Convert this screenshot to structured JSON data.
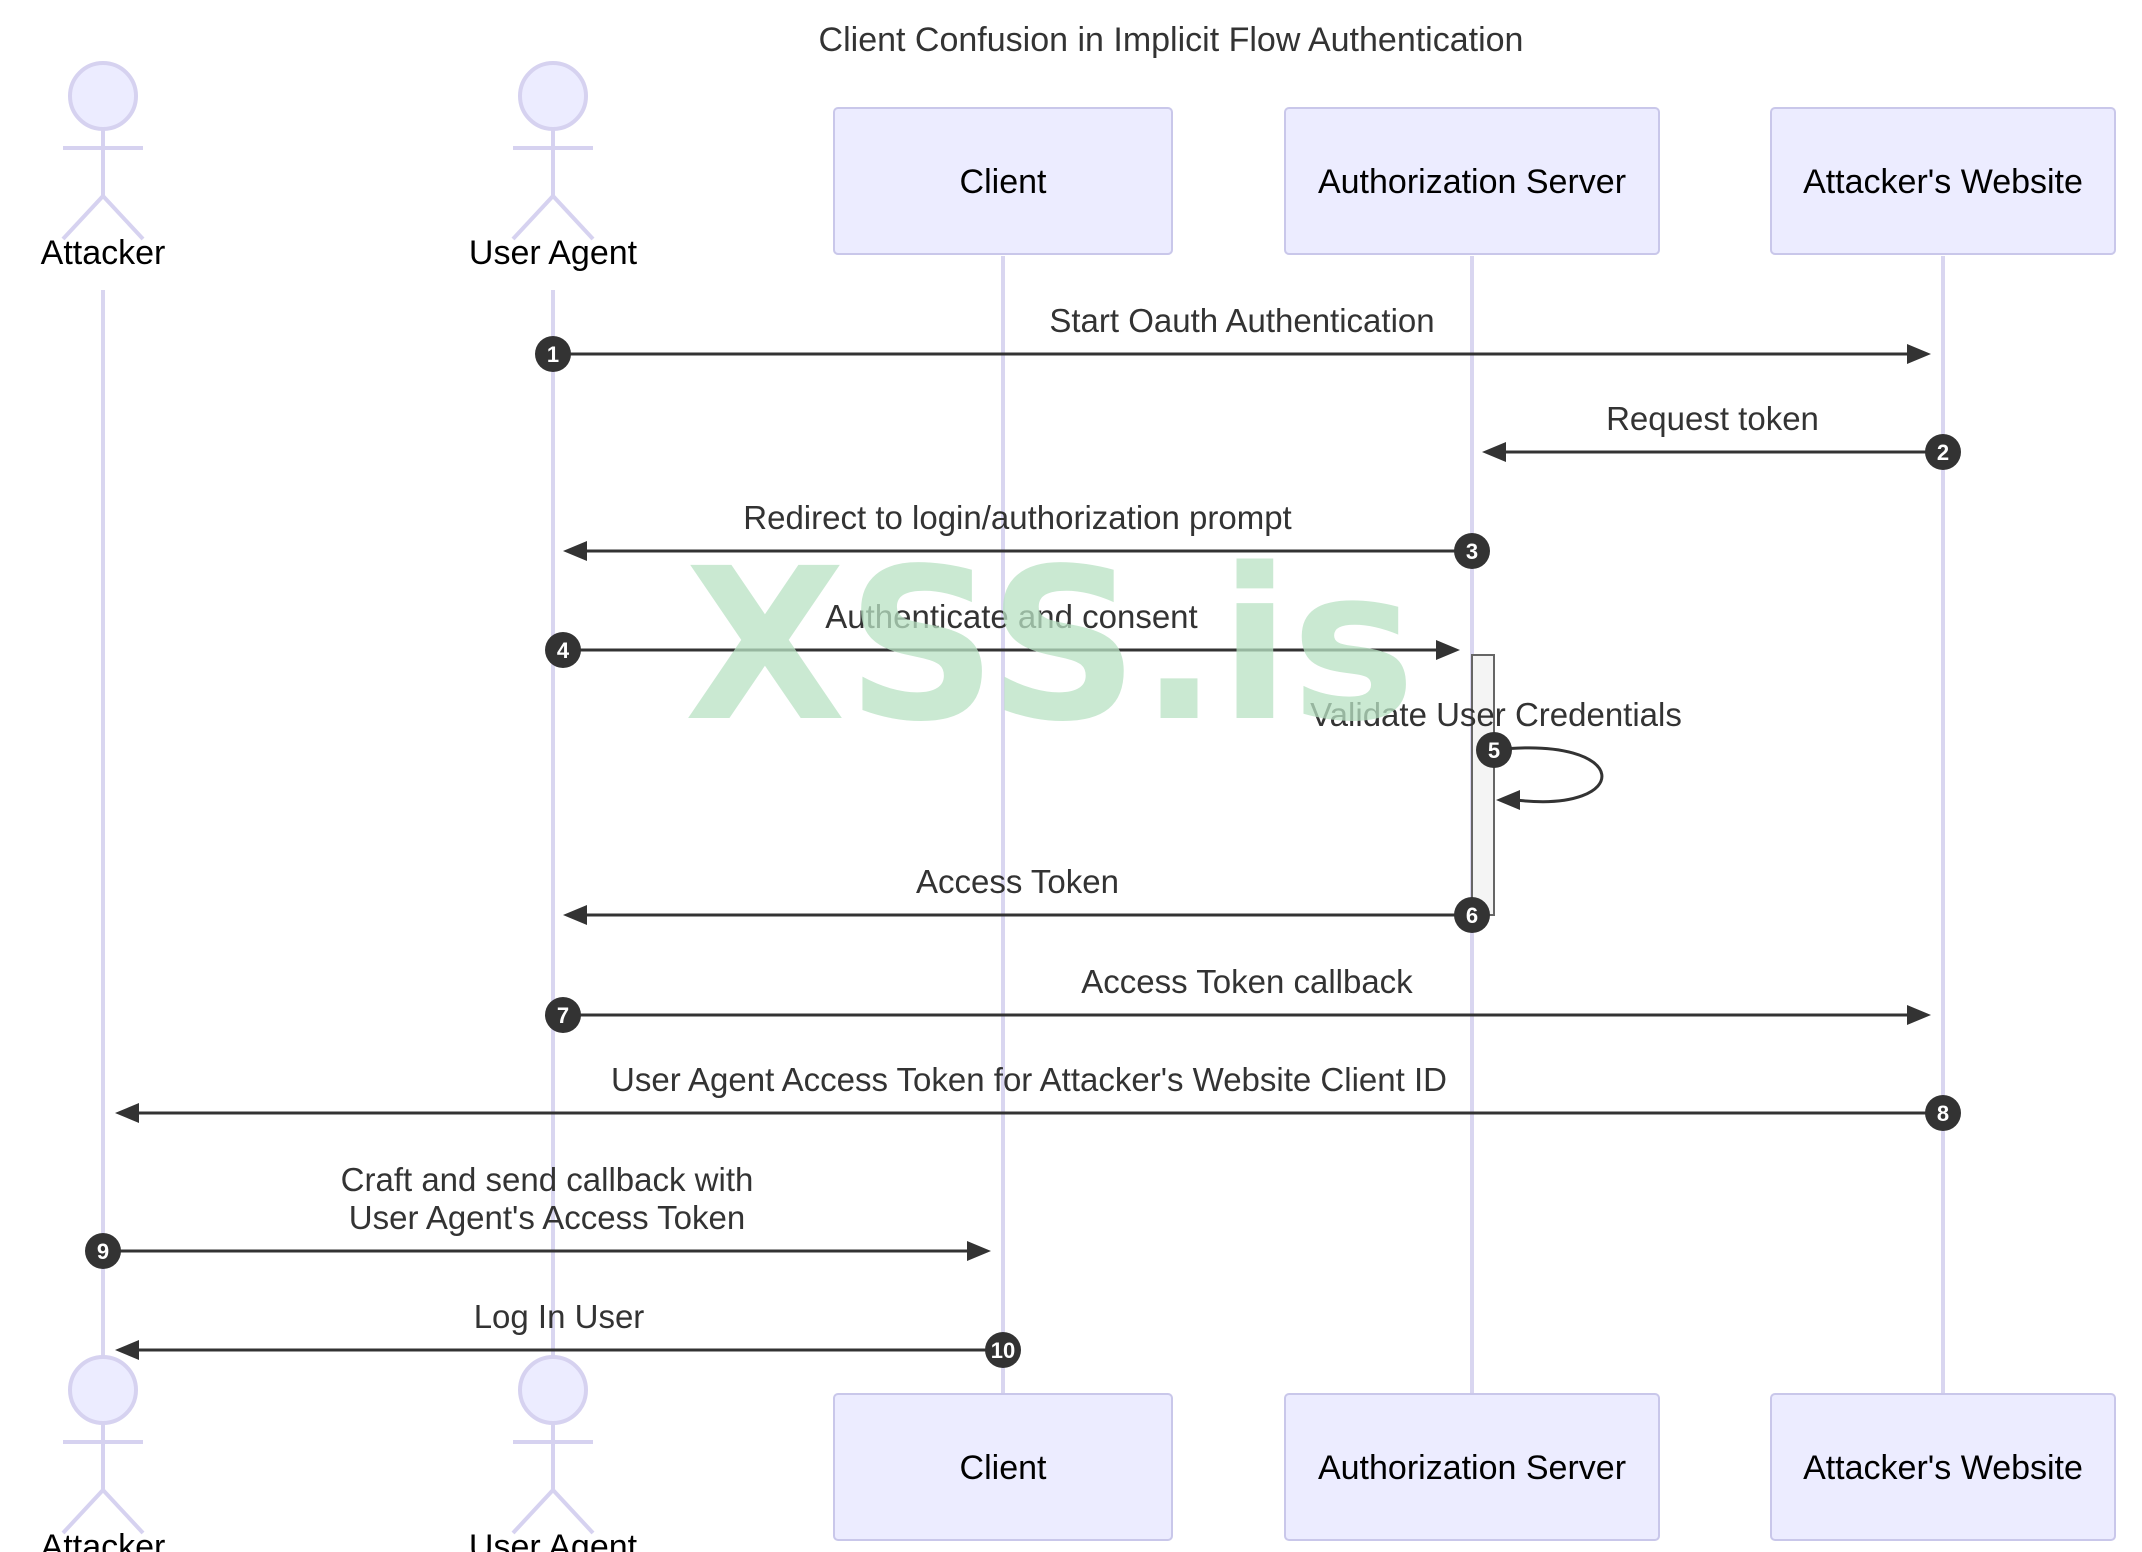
{
  "title": "Client Confusion in Implicit Flow Authentication",
  "watermark": "XSS.is",
  "colors": {
    "actor_fill": "#ECECFF",
    "actor_stroke": "#C9C7EA",
    "lifeline": "#D9D6F0",
    "message": "#333333"
  },
  "participants": [
    {
      "id": "attacker",
      "label": "Attacker",
      "kind": "actor"
    },
    {
      "id": "user_agent",
      "label": "User Agent",
      "kind": "actor"
    },
    {
      "id": "client",
      "label": "Client",
      "kind": "box"
    },
    {
      "id": "auth_server",
      "label": "Authorization Server",
      "kind": "box"
    },
    {
      "id": "attacker_site",
      "label": "Attacker's Website",
      "kind": "box"
    }
  ],
  "messages": [
    {
      "n": "1",
      "from": "user_agent",
      "to": "attacker_site",
      "label": [
        "Start Oauth Authentication"
      ]
    },
    {
      "n": "2",
      "from": "attacker_site",
      "to": "auth_server",
      "label": [
        "Request token"
      ]
    },
    {
      "n": "3",
      "from": "auth_server",
      "to": "user_agent",
      "label": [
        "Redirect to login/authorization prompt"
      ]
    },
    {
      "n": "4",
      "from": "user_agent",
      "to": "auth_server",
      "label": [
        "Authenticate and consent"
      ]
    },
    {
      "n": "5",
      "from": "auth_server",
      "to": "auth_server",
      "label": [
        "Validate User Credentials"
      ]
    },
    {
      "n": "6",
      "from": "auth_server",
      "to": "user_agent",
      "label": [
        "Access Token"
      ]
    },
    {
      "n": "7",
      "from": "user_agent",
      "to": "attacker_site",
      "label": [
        "Access Token callback"
      ]
    },
    {
      "n": "8",
      "from": "attacker_site",
      "to": "attacker",
      "label": [
        "User Agent Access Token for Attacker's Website Client ID"
      ]
    },
    {
      "n": "9",
      "from": "attacker",
      "to": "client",
      "label": [
        "Craft and send callback with",
        "User Agent's Access Token"
      ]
    },
    {
      "n": "10",
      "from": "client",
      "to": "attacker",
      "label": [
        "Log In User"
      ]
    }
  ],
  "activation": {
    "participant": "auth_server",
    "from_message": "4",
    "to_message": "6"
  }
}
